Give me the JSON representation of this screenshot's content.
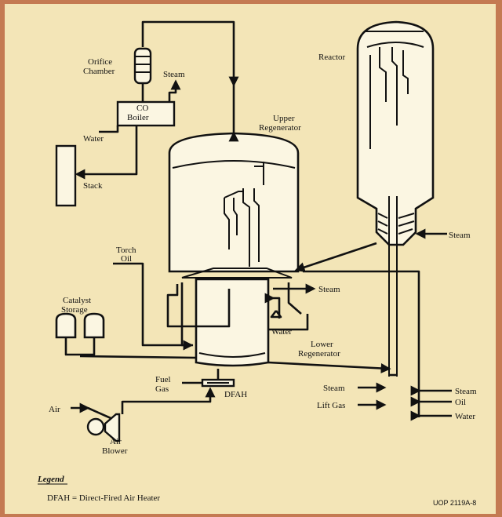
{
  "labels": {
    "orifice_chamber_1": "Orifice",
    "orifice_chamber_2": "Chamber",
    "steam_top": "Steam",
    "co_boiler_1": "CO",
    "co_boiler_2": "Boiler",
    "water_boiler": "Water",
    "stack": "Stack",
    "reactor": "Reactor",
    "upper_regen_1": "Upper",
    "upper_regen_2": "Regenerator",
    "steam_reactor_right": "Steam",
    "torch_oil_1": "Torch",
    "torch_oil_2": "Oil",
    "steam_regen": "Steam",
    "catalyst_storage_1": "Catalyst",
    "catalyst_storage_2": "Storage",
    "water_regen": "Water",
    "lower_regen_1": "Lower",
    "lower_regen_2": "Regenerator",
    "fuel_gas_1": "Fuel",
    "fuel_gas_2": "Gas",
    "dfah": "DFAH",
    "steam_bottom": "Steam",
    "lift_gas": "Lift Gas",
    "steam_right": "Steam",
    "oil_right": "Oil",
    "water_right": "Water",
    "air": "Air",
    "air_blower_1": "Air",
    "air_blower_2": "Blower"
  },
  "legend": {
    "title": "Legend",
    "entry": "DFAH = Direct-Fired Air Heater"
  },
  "figure_code": "UOP 2119A-8",
  "colors": {
    "border": "#c47a52",
    "paper": "#f3e5b7",
    "ink": "#111111"
  }
}
